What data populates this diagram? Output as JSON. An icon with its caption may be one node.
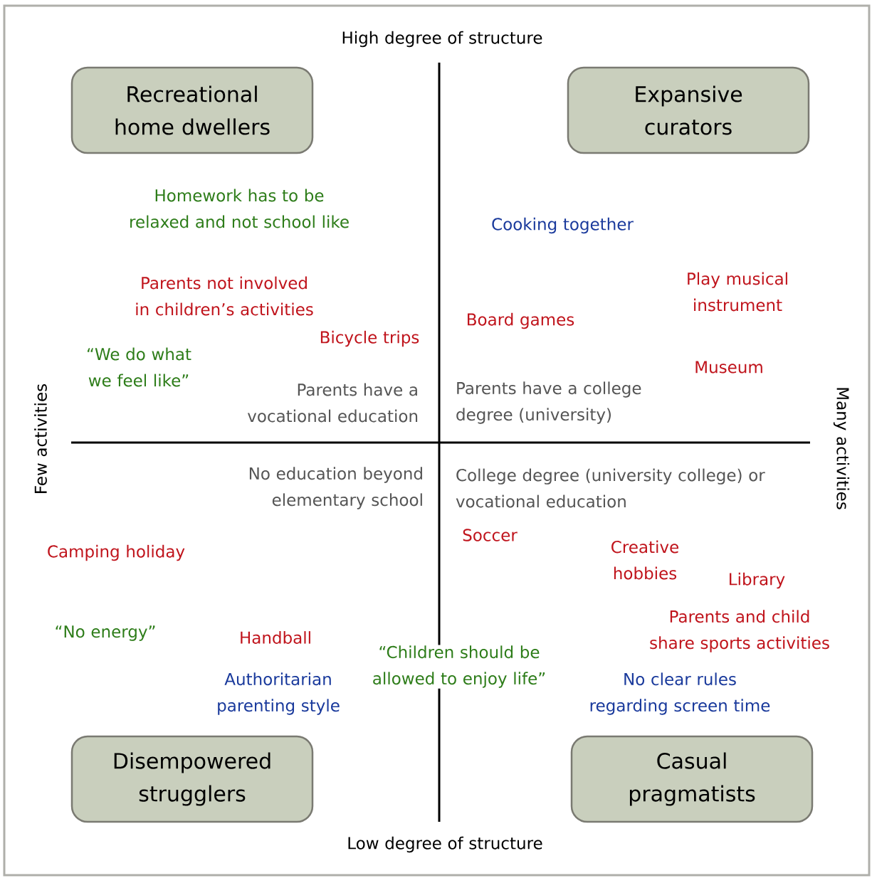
{
  "diagram": {
    "nodes": [
      {
        "text": [
          "Recreational home dwellers"
        ]
      },
      {
        "text": [
          "Expansive curators"
        ]
      },
      {
        "text": [
          "Disempowered strugglers"
        ]
      },
      {
        "text": [
          "Casual pragmatists"
        ]
      }
    ],
    "labels": [
      "High degree of structure",
      "Homework has to be relaxed and not school like",
      "Cooking together",
      "Parents not involved in children’s activities",
      "Play musical instrument",
      "Bicycle trips",
      "Board games",
      "“We do what we feel like”",
      "Museum",
      "Parents have a vocational education",
      "Parents have a college degree (university)",
      "Few activities",
      "Many activities",
      "No education beyond elementary school",
      "College degree (university college) or vocational education",
      "Soccer",
      "Camping holiday",
      "Creative hobbies",
      "Library",
      "Parents and child share sports activities",
      "“No energy”",
      "Handball",
      "“Children should be allowed to enjoy life”",
      "Authoritarian parenting style",
      "No clear rules regarding screen time",
      "Low degree of structure"
    ]
  }
}
